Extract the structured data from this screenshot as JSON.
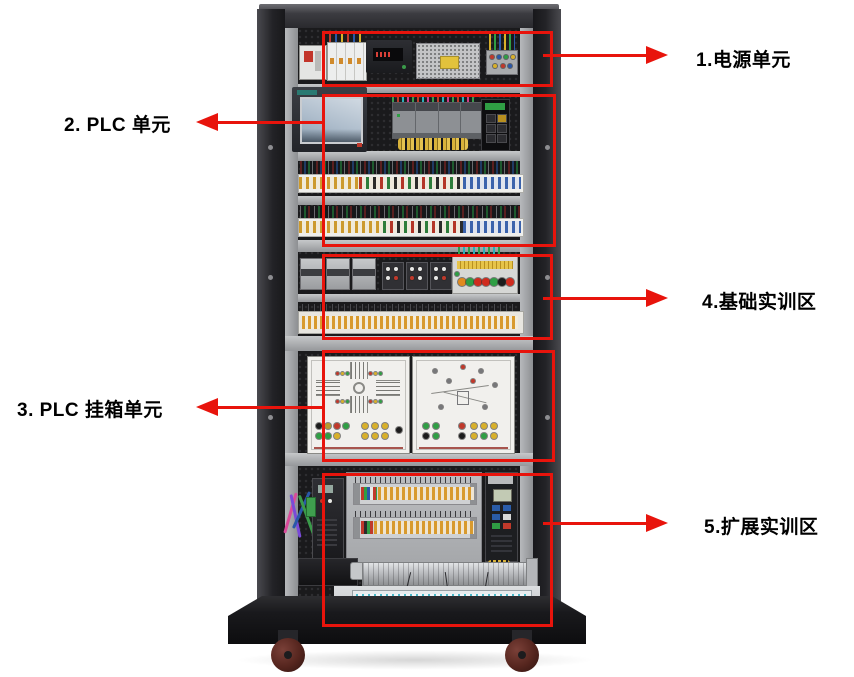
{
  "diagram": {
    "annotation_color": "#e8140c",
    "callouts": [
      {
        "id": "power-unit",
        "label": "1.电源单元",
        "side": "right"
      },
      {
        "id": "plc-unit",
        "label": "2. PLC 单元",
        "side": "left"
      },
      {
        "id": "plc-hanging-box-unit",
        "label": "3. PLC 挂箱单元",
        "side": "left"
      },
      {
        "id": "basic-training-area",
        "label": "4.基础实训区",
        "side": "right"
      },
      {
        "id": "expansion-training-area",
        "label": "5.扩展实训区",
        "side": "right"
      }
    ]
  }
}
